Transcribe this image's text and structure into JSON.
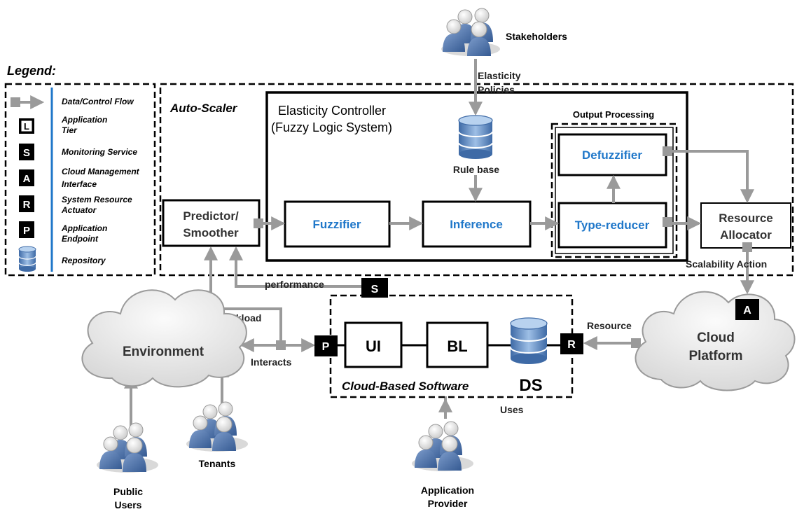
{
  "legend": {
    "title": "Legend:",
    "items": [
      {
        "symbol": "",
        "label_lines": [
          "Data/Control Flow"
        ]
      },
      {
        "symbol": "L",
        "label_lines": [
          "Application",
          "Tier"
        ]
      },
      {
        "symbol": "S",
        "label_lines": [
          "Monitoring Service"
        ]
      },
      {
        "symbol": "A",
        "label_lines": [
          "Cloud Management",
          "Interface"
        ]
      },
      {
        "symbol": "R",
        "label_lines": [
          "System Resource",
          "Actuator"
        ]
      },
      {
        "symbol": "P",
        "label_lines": [
          "Application",
          "Endpoint"
        ]
      },
      {
        "symbol": "",
        "label_lines": [
          "Repository"
        ]
      }
    ]
  },
  "autoscaler": {
    "title": "Auto-Scaler"
  },
  "controller": {
    "title_line1": "Elasticity Controller",
    "title_line2": "(Fuzzy Logic System)"
  },
  "output_processing": {
    "title": "Output Processing"
  },
  "rule_base": {
    "label": "Rule base"
  },
  "stakeholders": {
    "label": "Stakeholders"
  },
  "policies": {
    "line1": "Elasticity",
    "line2": "Policies"
  },
  "boxes": {
    "predictor_line1": "Predictor/",
    "predictor_line2": "Smoother",
    "fuzzifier": "Fuzzifier",
    "inference": "Inference",
    "type_reducer": "Type-reducer",
    "defuzzifier": "Defuzzifier",
    "allocator_line1": "Resource",
    "allocator_line2": "Allocator"
  },
  "flows": {
    "scalability_action": "Scalability Action",
    "performance": "performance",
    "workload": "workload",
    "interacts": "Interacts",
    "resource": "Resource",
    "uses": "Uses"
  },
  "markers": {
    "s": "S",
    "p": "P",
    "r": "R",
    "a": "A"
  },
  "software": {
    "title": "Cloud-Based Software",
    "ui": "UI",
    "bl": "BL",
    "ds": "DS"
  },
  "clouds": {
    "environment": "Environment",
    "platform_line1": "Cloud",
    "platform_line2": "Platform"
  },
  "actors": {
    "tenants": "Tenants",
    "public_line1": "Public",
    "public_line2": "Users",
    "provider_line1": "Application",
    "provider_line2": "Provider"
  },
  "colors": {
    "accent_blue": "#1f77c9",
    "arrow_gray": "#9a9a9a",
    "cloud_fill": "#e3e3e3",
    "db_blue": "#5a85bd",
    "person_blue": "#4a6fa5"
  }
}
